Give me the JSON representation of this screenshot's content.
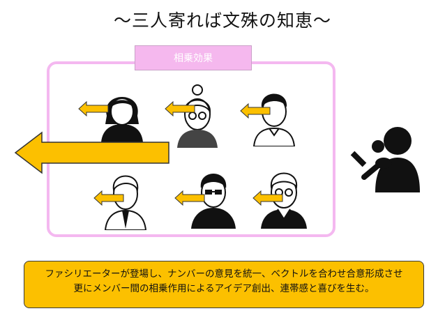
{
  "title": "～三人寄れば文殊の知恵～",
  "synergy_label": "相乗効果",
  "message": {
    "line1": "ファシリエーターが登場し、ナンバーの意見を統一、ベクトルを合わせ合意形成させ",
    "line2": "更にメンバー間の相乗作用によるアイデア創出、連帯感と喜びを生む。"
  },
  "colors": {
    "frame": "#f4b8f0",
    "label_bg": "#f5b8ee",
    "arrow": "#fcc000",
    "message_bg": "#fcc000",
    "figure": "#111111"
  }
}
